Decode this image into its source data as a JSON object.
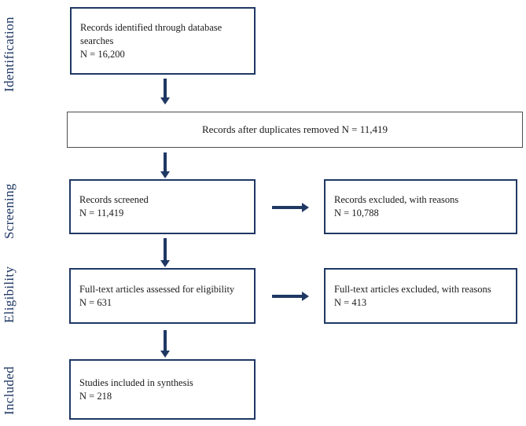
{
  "stages": [
    {
      "label": "Identification"
    },
    {
      "label": "Screening"
    },
    {
      "label": "Eligibility"
    },
    {
      "label": "Included"
    }
  ],
  "boxes": {
    "identified": {
      "label": "Records identified through database searches",
      "n": "N = 16,200"
    },
    "duplicates_removed": {
      "text": "Records after duplicates removed N = 11,419"
    },
    "screened": {
      "label": "Records screened",
      "n": "N = 11,419"
    },
    "records_excluded": {
      "label": "Records excluded, with reasons",
      "n": "N = 10,788"
    },
    "fulltext_assessed": {
      "label": "Full-text articles assessed for eligibility",
      "n": "N = 631"
    },
    "fulltext_excluded": {
      "label": "Full-text articles excluded, with reasons",
      "n": "N = 413"
    },
    "included_in_synthesis": {
      "label": "Studies included in synthesis",
      "n": "N = 218"
    }
  },
  "colors": {
    "navy": "#1f3864",
    "wide_box_border": "#4d4d4d",
    "text": "#1a1a1a",
    "background": "#ffffff"
  }
}
